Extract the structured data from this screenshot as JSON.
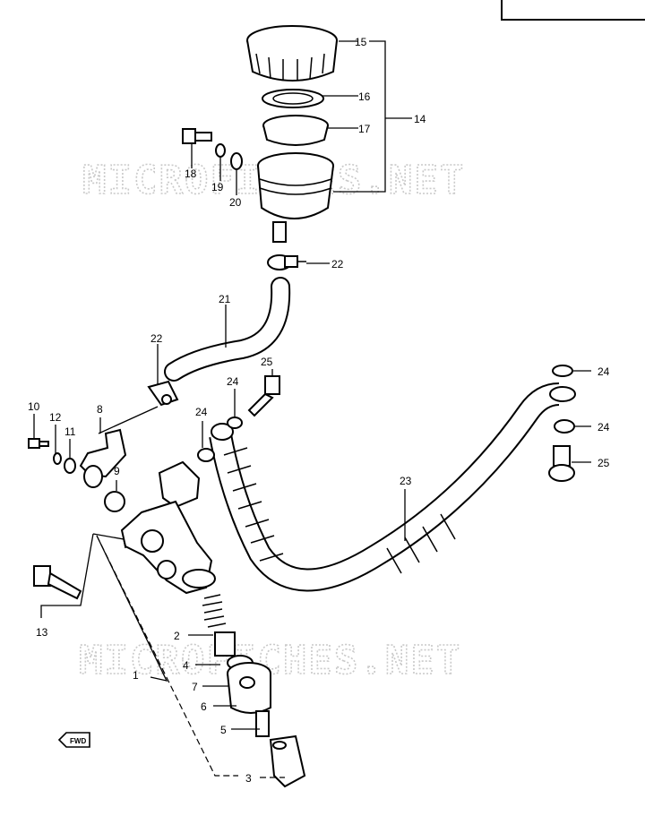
{
  "watermark": "MICROFICHES.NET",
  "direction_label": "FWD",
  "callouts": {
    "c1": "1",
    "c2": "2",
    "c3": "3",
    "c4": "4",
    "c5": "5",
    "c6": "6",
    "c7": "7",
    "c8": "8",
    "c9": "9",
    "c10": "10",
    "c11": "11",
    "c12": "12",
    "c13": "13",
    "c14": "14",
    "c15": "15",
    "c16": "16",
    "c17": "17",
    "c18": "18",
    "c19": "19",
    "c20": "20",
    "c21": "21",
    "c22a": "22",
    "c22b": "22",
    "c23": "23",
    "c24a": "24",
    "c24b": "24",
    "c24c": "24",
    "c24d": "24",
    "c25a": "25",
    "c25b": "25"
  }
}
